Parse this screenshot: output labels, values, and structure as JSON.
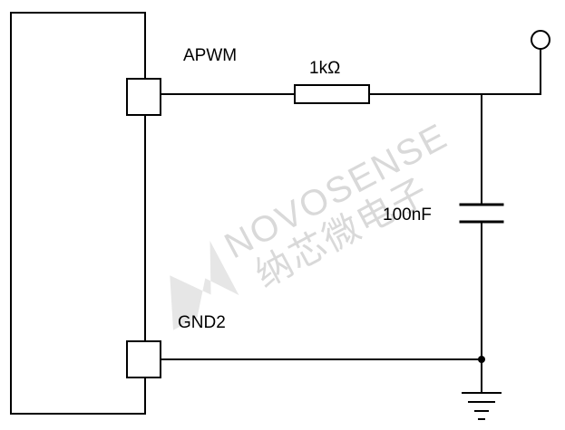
{
  "labels": {
    "apwm": "APWM",
    "gnd2": "GND2",
    "resistor": "1kΩ",
    "capacitor": "100nF"
  },
  "watermark": {
    "en": "NOVOSENSE",
    "cn": "纳芯微电子",
    "color": "#d9d9d9"
  }
}
